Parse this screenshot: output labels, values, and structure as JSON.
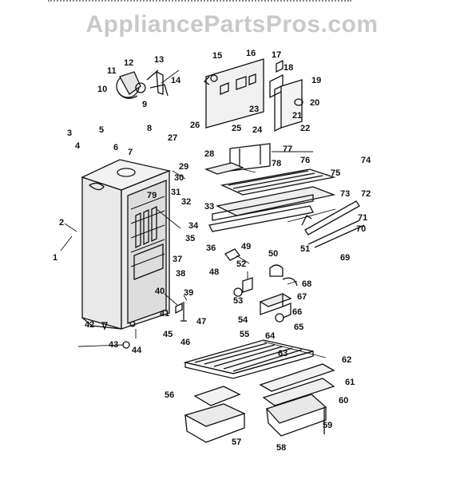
{
  "watermark": "AppliancePartsPros.com",
  "part_labels": [
    "1",
    "2",
    "3",
    "4",
    "5",
    "6",
    "7",
    "8",
    "9",
    "10",
    "11",
    "12",
    "13",
    "14",
    "15",
    "16",
    "17",
    "18",
    "19",
    "20",
    "21",
    "22",
    "23",
    "24",
    "25",
    "26",
    "27",
    "28",
    "29",
    "30",
    "31",
    "32",
    "33",
    "34",
    "35",
    "36",
    "37",
    "38",
    "39",
    "40",
    "41",
    "42",
    "43",
    "44",
    "45",
    "46",
    "47",
    "48",
    "49",
    "50",
    "51",
    "52",
    "53",
    "54",
    "55",
    "56",
    "57",
    "58",
    "59",
    "60",
    "61",
    "62",
    "63",
    "64",
    "65",
    "66",
    "67",
    "68",
    "69",
    "70",
    "71",
    "72",
    "73",
    "74",
    "75",
    "76",
    "77",
    "78",
    "79"
  ]
}
